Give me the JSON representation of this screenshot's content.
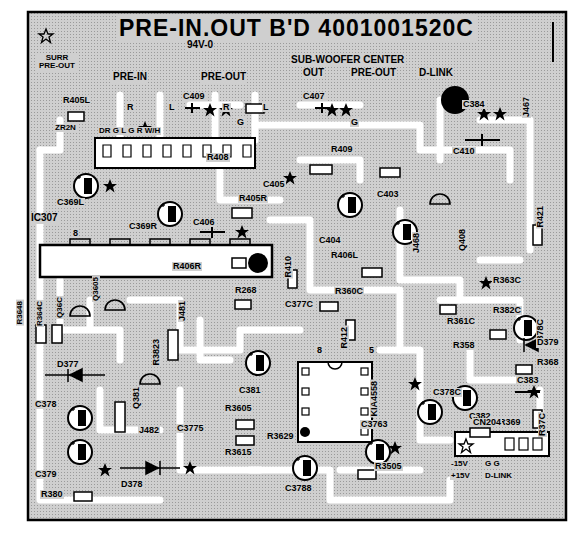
{
  "diagram": {
    "title": "PRE-IN.OUT B'D 4001001520C",
    "labels": [
      "SURR PRE-OUT",
      "94V-0",
      "PRE-IN",
      "PRE-OUT",
      "SUB-WOOFER CENTER",
      "OUT",
      "PRE-OUT",
      "D-LINK",
      "R",
      "L",
      "R",
      "L",
      "R405L",
      "C409",
      "C407",
      "C384",
      "J467",
      "ZR2N",
      "DR G L G R W/H",
      "G",
      "G",
      "R408",
      "R409",
      "C410",
      "C369L",
      "C369R",
      "C405",
      "R405R",
      "C406",
      "C403",
      "C404",
      "J468",
      "Q408",
      "R421",
      "IC307",
      "8",
      "R406R",
      "R410",
      "R406L",
      "R3648",
      "R364C",
      "Q36C",
      "Q3605",
      "R363C",
      "C378C",
      "R360C",
      "C377C",
      "R268",
      "J481",
      "R3823",
      "R412",
      "R382C",
      "R361C",
      "R358",
      "D379",
      "R368",
      "C383",
      "C378C",
      "C382",
      "R369",
      "R37C",
      "8",
      "5",
      "KIA4558",
      "C381",
      "D377",
      "Q381",
      "C378",
      "J482",
      "C3775",
      "R3605",
      "R3615",
      "R3629",
      "C3763",
      "C3788",
      "R3505",
      "C379",
      "R380",
      "D378",
      "CN204",
      "-15V",
      "+15V",
      "G G",
      "D-LINK"
    ]
  }
}
